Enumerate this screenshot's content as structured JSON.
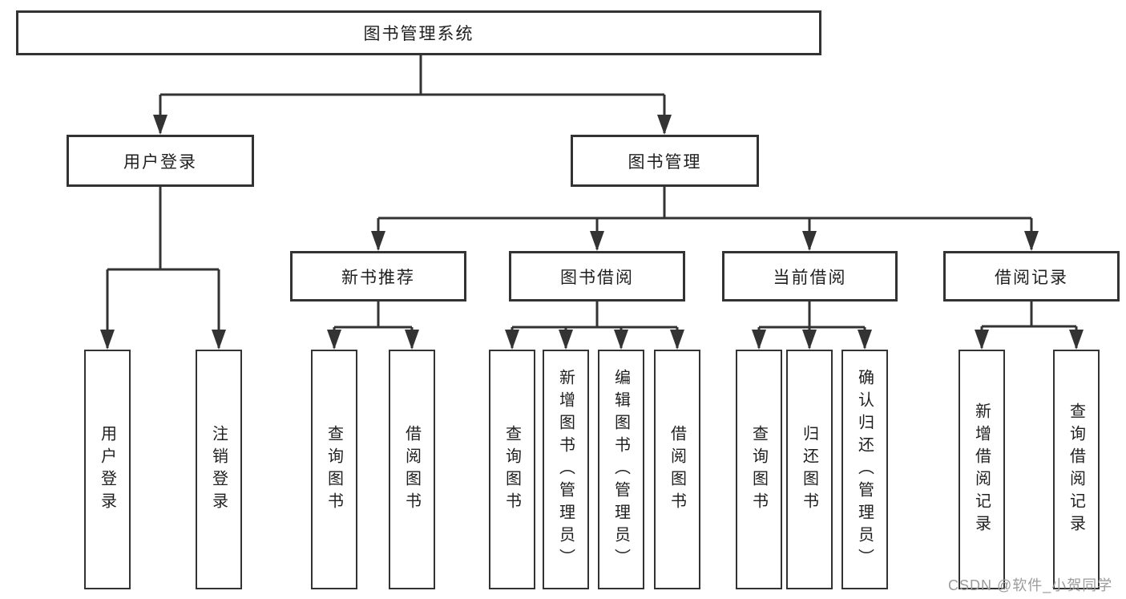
{
  "colors": {
    "line": "#333333",
    "text": "#1f1f1f",
    "watermark": "#9b9b9b",
    "background": "#ffffff"
  },
  "watermark": {
    "text": "CSDN @软件_小贺同学"
  },
  "tree": {
    "label": "图书管理系统",
    "children": [
      {
        "label": "用户登录",
        "children": [
          {
            "label": "用户登录"
          },
          {
            "label": "注销登录"
          }
        ]
      },
      {
        "label": "图书管理",
        "children": [
          {
            "label": "新书推荐",
            "children": [
              {
                "label": "查询图书"
              },
              {
                "label": "借阅图书"
              }
            ]
          },
          {
            "label": "图书借阅",
            "children": [
              {
                "label": "查询图书"
              },
              {
                "label": "新增图书（管理员）"
              },
              {
                "label": "编辑图书（管理员）"
              },
              {
                "label": "借阅图书"
              }
            ]
          },
          {
            "label": "当前借阅",
            "children": [
              {
                "label": "查询图书"
              },
              {
                "label": "归还图书"
              },
              {
                "label": "确认归还（管理员）"
              }
            ]
          },
          {
            "label": "借阅记录",
            "children": [
              {
                "label": "新增借阅记录"
              },
              {
                "label": "查询借阅记录"
              }
            ]
          }
        ]
      }
    ]
  }
}
